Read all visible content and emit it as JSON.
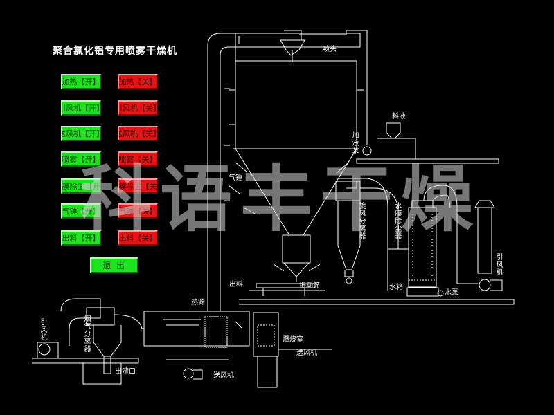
{
  "title": "聚合氯化铝专用喷雾干燥机",
  "colors": {
    "on": "#1ee21e",
    "off": "#e41414",
    "line": "#ffffff",
    "background": "#000000"
  },
  "controls": [
    {
      "on": "加热【开】",
      "off": "加热【关】"
    },
    {
      "on": "引风机【开】",
      "off": "引风机【关】"
    },
    {
      "on": "送风机【开】",
      "off": "送风机【关】"
    },
    {
      "on": "喷雾【开】",
      "off": "喷雾【关】"
    },
    {
      "on": "水膜除尘【开】",
      "off": "水膜除尘【关】"
    },
    {
      "on": "气锤【开】",
      "off": "气锤【关】"
    },
    {
      "on": "出料【开】",
      "off": "出料【关】"
    }
  ],
  "exit_label": "退 出",
  "labels": {
    "nozzle": "喷头",
    "feed": "料液",
    "feed_pump": "加液泵",
    "air_hammer": "气锤",
    "cyclone": "旋风分离器",
    "water_film": "水膜除尘器",
    "induced_fan_right": "引风机",
    "discharge": "出料",
    "vibrating_screen": "振动筛",
    "water_tank": "水箱",
    "water_pump": "水泵",
    "heat_source": "热源",
    "combustion": "燃烧室",
    "blower_right": "送风机",
    "blower_bottom": "送风机",
    "slag_outlet": "出渣口",
    "smoke_separator": "烟气分离器",
    "induced_fan_left": "引风机"
  },
  "watermark": "科语丰干燥"
}
